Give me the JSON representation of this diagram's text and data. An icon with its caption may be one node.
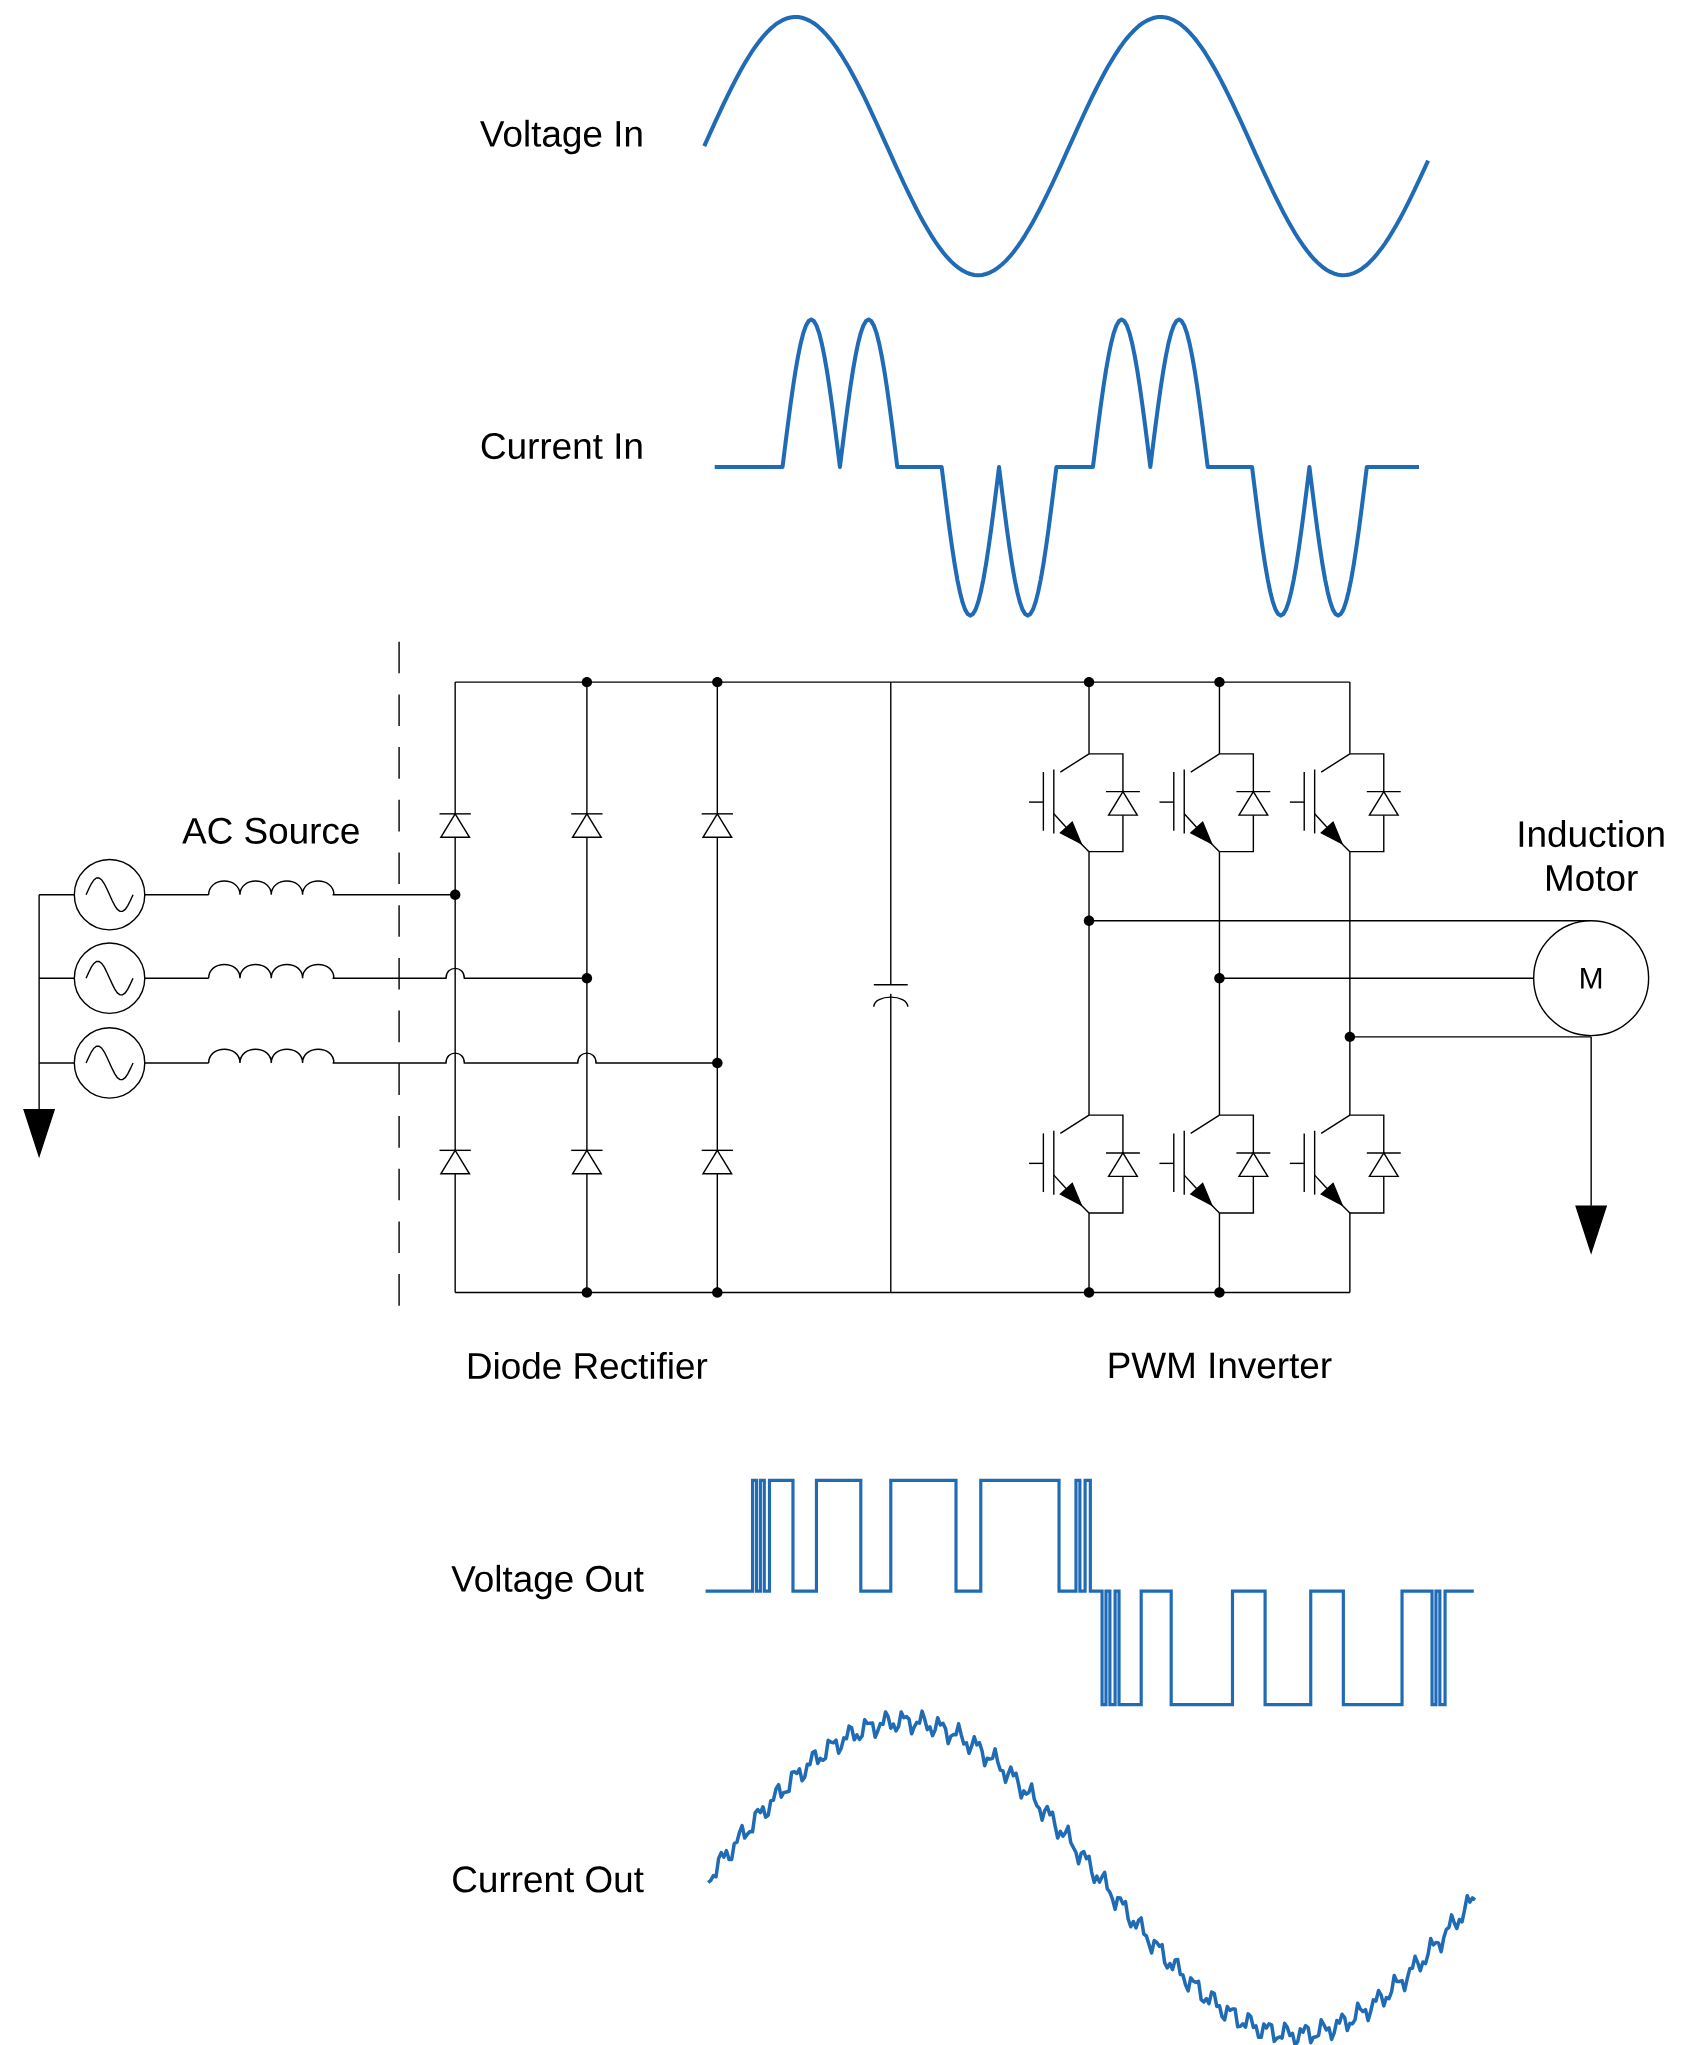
{
  "diagram": {
    "nodes": [
      {
        "text": [
          "M"
        ],
        "beside": [
          "Induction Motor"
        ]
      }
    ],
    "labels": [
      "Voltage In",
      "Current In",
      "AC Source",
      "Diode Rectifier",
      "PWM Inverter",
      "Voltage Out",
      "Current Out"
    ]
  }
}
